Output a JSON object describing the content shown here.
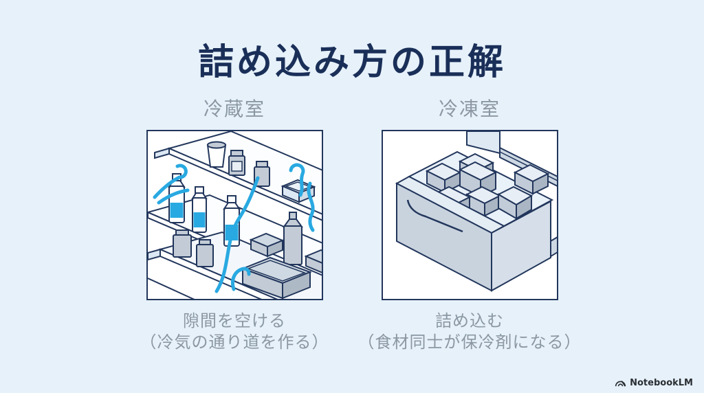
{
  "slide": {
    "title": "詰め込み方の正解"
  },
  "panels": [
    {
      "id": "refrigerator",
      "label": "冷蔵室",
      "illustration": "refrigerator-shelves-airflow-illustration",
      "caption_line1": "隙間を空ける",
      "caption_line2": "（冷気の通り道を作る）"
    },
    {
      "id": "freezer",
      "label": "冷凍室",
      "illustration": "freezer-drawer-packed-illustration",
      "caption_line1": "詰め込む",
      "caption_line2": "（食材同士が保冷剤になる）"
    }
  ],
  "footer": {
    "brand": "NotebookLM",
    "brand_icon": "notebooklm-logo"
  },
  "colors": {
    "background": "#e6f1fa",
    "title_navy": "#1a2f58",
    "outline_navy": "#22365c",
    "text_gray": "#8b97a2",
    "accent_cyan": "#29a9e1",
    "panel_bg": "#ffffff",
    "item_gray": "#c3ccd6",
    "item_light_blue": "#dce8f3"
  }
}
